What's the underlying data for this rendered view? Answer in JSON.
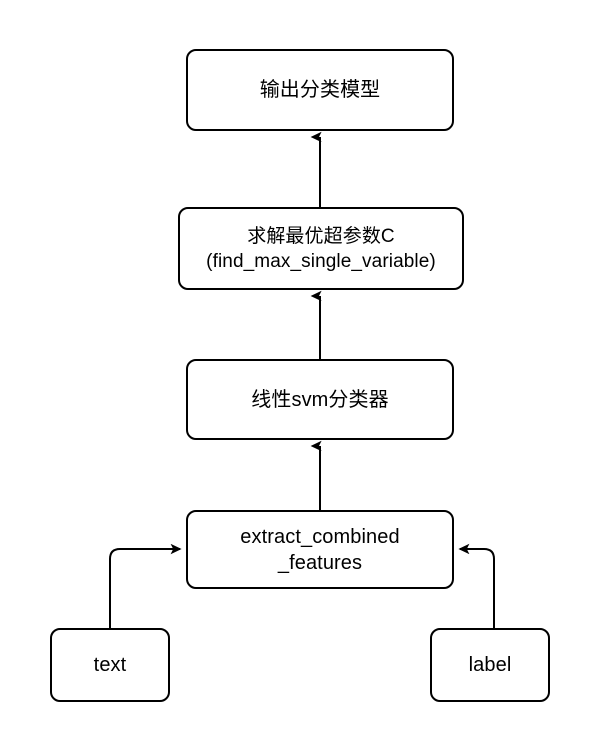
{
  "diagram": {
    "type": "flowchart",
    "orientation": "bottom-to-top",
    "background_color": "#ffffff",
    "stroke_color": "#000000",
    "nodes": [
      {
        "id": "output",
        "label": "输出分类模型",
        "shape": "rounded-rectangle"
      },
      {
        "id": "hyperparam",
        "label": "求解最优超参数C\n(find_max_single_variable)",
        "shape": "rounded-rectangle"
      },
      {
        "id": "svm",
        "label": "线性svm分类器",
        "shape": "rounded-rectangle"
      },
      {
        "id": "extract",
        "label": "extract_combined\n_features",
        "shape": "rounded-rectangle"
      },
      {
        "id": "text",
        "label": "text",
        "shape": "rounded-rectangle"
      },
      {
        "id": "label",
        "label": "label",
        "shape": "rounded-rectangle"
      }
    ],
    "edges": [
      {
        "from": "hyperparam",
        "to": "output",
        "style": "straight-arrow-up"
      },
      {
        "from": "svm",
        "to": "hyperparam",
        "style": "straight-arrow-up"
      },
      {
        "from": "extract",
        "to": "svm",
        "style": "straight-arrow-up"
      },
      {
        "from": "text",
        "to": "extract",
        "style": "elbow-arrow-right"
      },
      {
        "from": "label",
        "to": "extract",
        "style": "elbow-arrow-left"
      }
    ]
  }
}
